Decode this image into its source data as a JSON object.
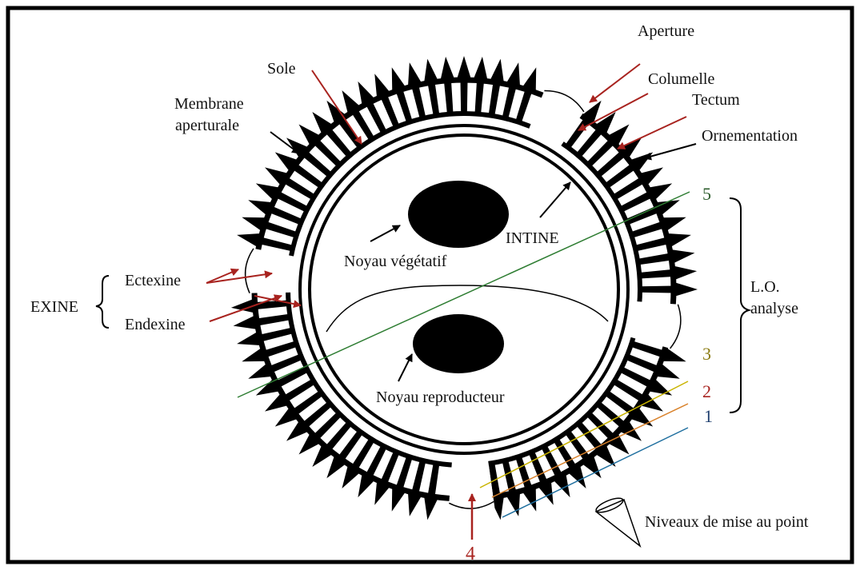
{
  "labels": {
    "aperture": "Aperture",
    "sole": "Sole",
    "columelle": "Columelle",
    "tectum": "Tectum",
    "membrane1": "Membrane",
    "membrane2": "aperturale",
    "ornementation": "Ornementation",
    "intine": "INTINE",
    "noyau_vegetatif": "Noyau végétatif",
    "noyau_reproducteur": "Noyau reproducteur",
    "ectexine": "Ectexine",
    "endexine": "Endexine",
    "exine": "EXINE",
    "lo1": "L.O.",
    "lo2": "analyse",
    "niveaux": "Niveaux de mise au point"
  },
  "levels": {
    "l5": "5",
    "l3": "3",
    "l2": "2",
    "l1": "1",
    "l4": "4"
  },
  "colors": {
    "red_arrow": "#a8231f",
    "green_line": "#2e7d32",
    "yellow_line": "#c9b400",
    "orange_line": "#d9822b",
    "blue_line": "#1f6f9f",
    "level5": "#2e5e2e",
    "level3": "#8a7a10",
    "level2": "#a8231f",
    "level1": "#1f3f6f"
  }
}
